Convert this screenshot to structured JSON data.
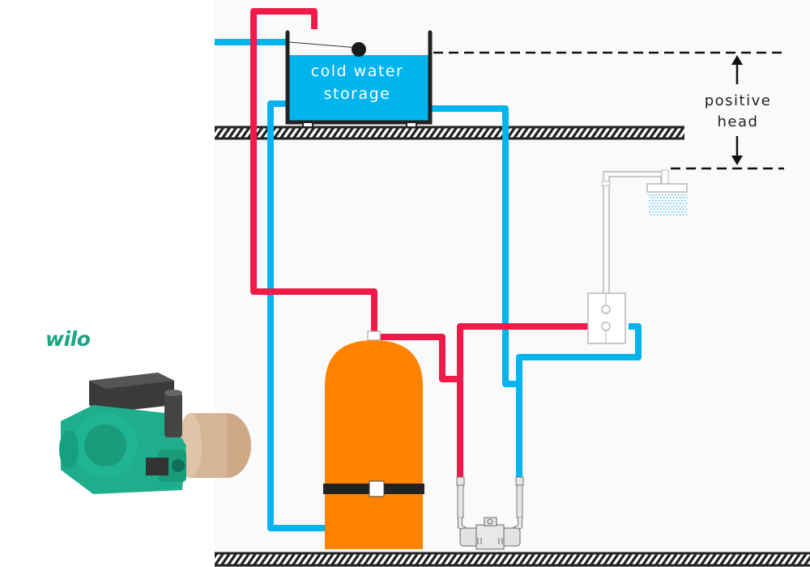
{
  "brand": {
    "name": "wilo",
    "color": "#1aa584"
  },
  "product_image": {
    "description": "wilo booster pump",
    "body_color": "#1fae8c",
    "motor_color": "#d6b596"
  },
  "diagram": {
    "title": "Gravity-fed shower pump system",
    "tank_label_line1": "cold water",
    "tank_label_line2": "storage",
    "head_label_line1": "positive",
    "head_label_line2": "head",
    "colors": {
      "hot_pipe": "#ef1a4a",
      "cold_pipe": "#00b4ee",
      "water": "#00b4ee",
      "cylinder": "#ff8200",
      "floor_hatch": "#222222",
      "fixture_outline": "#b8b8b8",
      "spray": "#4cc6f0"
    },
    "components": [
      {
        "name": "cold-water-storage-tank"
      },
      {
        "name": "float-valve"
      },
      {
        "name": "hot-water-cylinder"
      },
      {
        "name": "shower-pump"
      },
      {
        "name": "shower-mixer-valve"
      },
      {
        "name": "shower-head"
      }
    ]
  }
}
